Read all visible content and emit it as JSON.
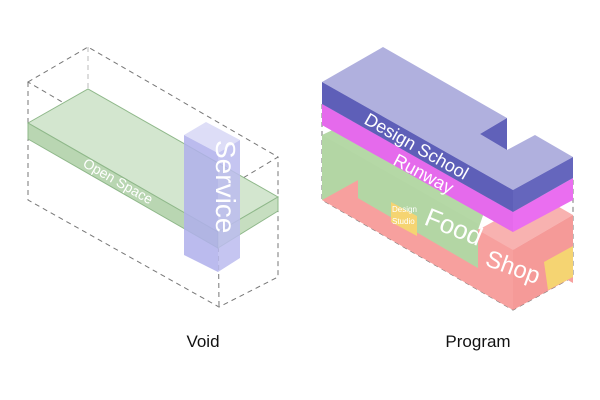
{
  "void": {
    "caption": "Void",
    "labels": {
      "open_space": "Open Space",
      "service": "Service"
    }
  },
  "program": {
    "caption": "Program",
    "labels": {
      "design_school": "Design School",
      "runway": "Runway",
      "design_studio_line1": "Design",
      "design_studio_line2": "Studio",
      "food": "Food",
      "shop": "Shop"
    }
  },
  "colors": {
    "open_space": "#b9d8b4",
    "service": "#b3b3ee",
    "design_school": "#5e5fb8",
    "runway": "#ea6ef0",
    "food": "#b5d8a6",
    "shop": "#f59a98",
    "studio": "#f5d472"
  }
}
